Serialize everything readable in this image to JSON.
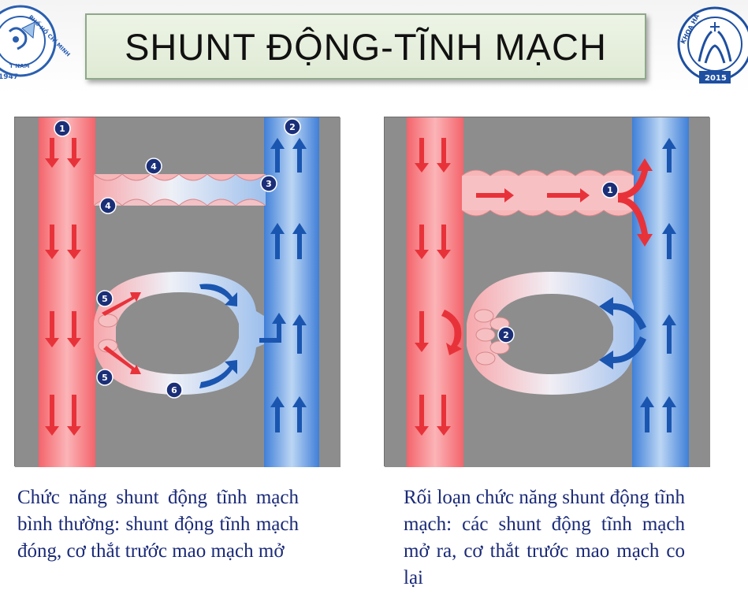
{
  "slide": {
    "title": "SHUNT ĐỘNG-TĨNH MẠCH"
  },
  "logos": {
    "left": {
      "icon": "university-seal-icon",
      "text_year": "1947",
      "text_arc": "PHỐ HỒ CHÍ MINH",
      "text_bottom": "T NAM"
    },
    "right": {
      "icon": "faculty-seal-icon",
      "text_year": "2015",
      "text_arc": "KHOA HẢ"
    }
  },
  "colors": {
    "artery": "#f0565e",
    "artery_arrow": "#e8323a",
    "vein": "#4a86d8",
    "vein_arrow": "#1a55b0",
    "marker": "#1b2f78",
    "panel_bg": "#8a8a8a",
    "caption_text": "#1a2a78"
  },
  "diagrams": {
    "normal": {
      "markers": [
        "1",
        "2",
        "3",
        "4",
        "4",
        "5",
        "5",
        "6"
      ],
      "caption": "Chức năng shunt động tĩnh mạch bình thường: shunt động tĩnh mạch đóng, cơ thắt trước mao mạch mở"
    },
    "dysfunction": {
      "markers": [
        "1",
        "2"
      ],
      "caption": "Rối loạn chức năng shunt động tĩnh mạch: các shunt động tĩnh mạch mở ra, cơ thắt trước mao mạch co lại"
    }
  }
}
